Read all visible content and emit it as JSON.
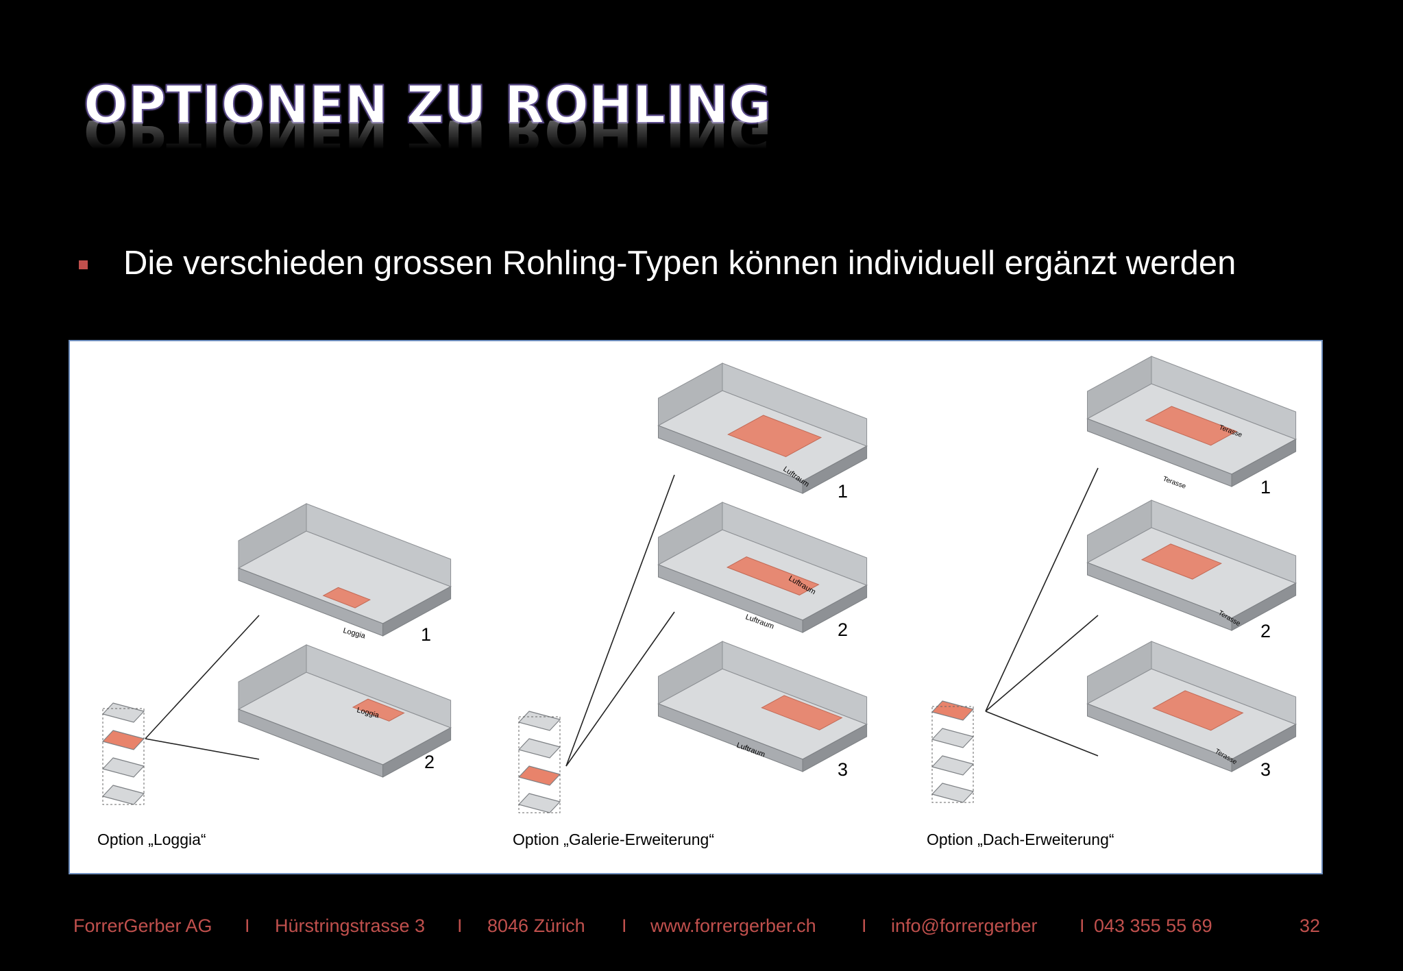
{
  "slide": {
    "title": "OPTIONEN ZU ROHLING",
    "bullet": "Die verschieden grossen Rohling-Typen können individuell ergänzt werden",
    "accent_color": "#c0504d"
  },
  "diagram": {
    "options": [
      {
        "caption": "Option „Loggia“",
        "variants": [
          "1",
          "2"
        ],
        "labels": [
          "Loggia",
          "Loggia"
        ]
      },
      {
        "caption": "Option „Galerie-Erweiterung“",
        "variants": [
          "1",
          "2",
          "3"
        ],
        "labels": [
          "Luftraum",
          "Luftraum",
          "Luftraum",
          "Luftraum"
        ]
      },
      {
        "caption": "Option „Dach-Erweiterung“",
        "variants": [
          "1",
          "2",
          "3"
        ],
        "labels": [
          "Terasse",
          "Terasse",
          "Terasse",
          "Terasse"
        ]
      }
    ],
    "highlight_color": "#e8836b"
  },
  "footer": {
    "company": "ForrerGerber AG",
    "sep1": "I",
    "street": "Hürstringstrasse 3",
    "sep2": "I",
    "city": "8046  Zürich",
    "sep3": "I",
    "website": "www.forrergerber.ch",
    "sep4": "I",
    "email": "info@forrergerber",
    "sep5": "I",
    "phone": "043 355 55 69",
    "page": "32"
  }
}
